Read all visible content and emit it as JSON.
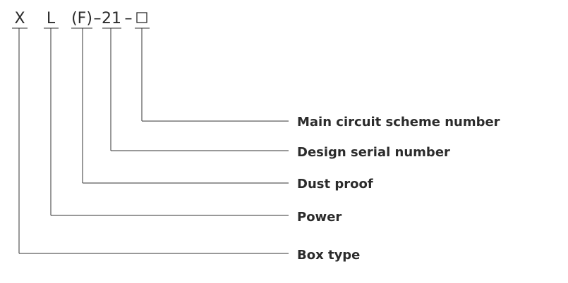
{
  "model_code": {
    "parts": [
      {
        "id": "box_type",
        "text": "X"
      },
      {
        "id": "power",
        "text": "L"
      },
      {
        "id": "dust_proof",
        "text": "(F)"
      },
      {
        "id": "dash_1",
        "text": "–"
      },
      {
        "id": "design_serial",
        "text": "21"
      },
      {
        "id": "dash_2",
        "text": "–"
      },
      {
        "id": "main_circuit",
        "text": "□"
      }
    ]
  },
  "labels": {
    "main_circuit": "Main circuit scheme number",
    "design_serial": "Design serial number",
    "dust_proof": "Dust proof",
    "power": "Power",
    "box_type": "Box type"
  }
}
